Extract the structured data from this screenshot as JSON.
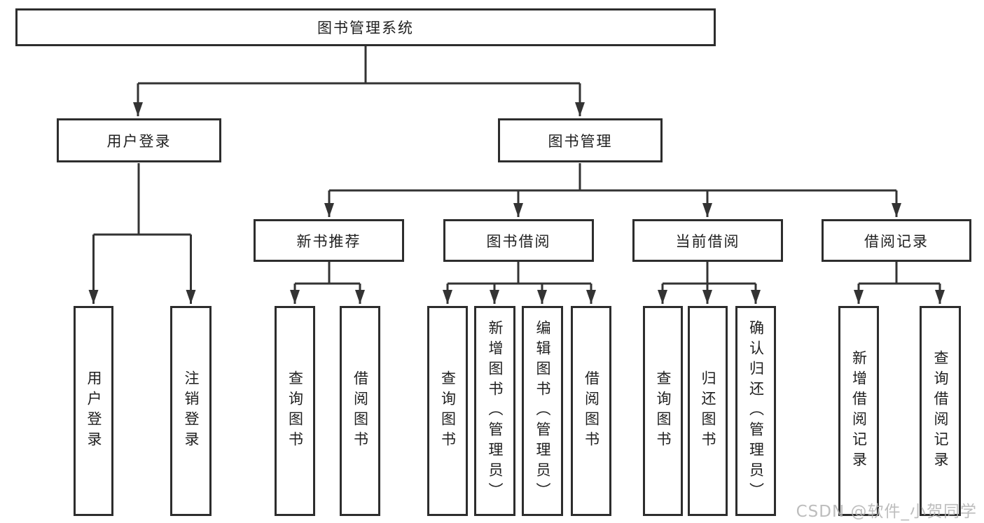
{
  "diagram": {
    "root": {
      "label": "图书管理系统"
    },
    "level2": [
      {
        "label": "用户登录"
      },
      {
        "label": "图书管理"
      }
    ],
    "level3": [
      {
        "label": "新书推荐"
      },
      {
        "label": "图书借阅"
      },
      {
        "label": "当前借阅"
      },
      {
        "label": "借阅记录"
      }
    ],
    "leaves": [
      {
        "label": "用户登录"
      },
      {
        "label": "注销登录"
      },
      {
        "label": "查询图书"
      },
      {
        "label": "借阅图书"
      },
      {
        "label": "查询图书"
      },
      {
        "label": "新增图书（管理员）"
      },
      {
        "label": "编辑图书（管理员）"
      },
      {
        "label": "借阅图书"
      },
      {
        "label": "查询图书"
      },
      {
        "label": "归还图书"
      },
      {
        "label": "确认归还（管理员）"
      },
      {
        "label": "新增借阅记录"
      },
      {
        "label": "查询借阅记录"
      }
    ],
    "palette": {
      "border": "#2d2d2d",
      "line": "#333333",
      "text": "#1f1f1f",
      "background": "#ffffff",
      "watermark": "#b2b2b2"
    }
  },
  "watermark": {
    "text": "CSDN @软件_小贺同学"
  }
}
